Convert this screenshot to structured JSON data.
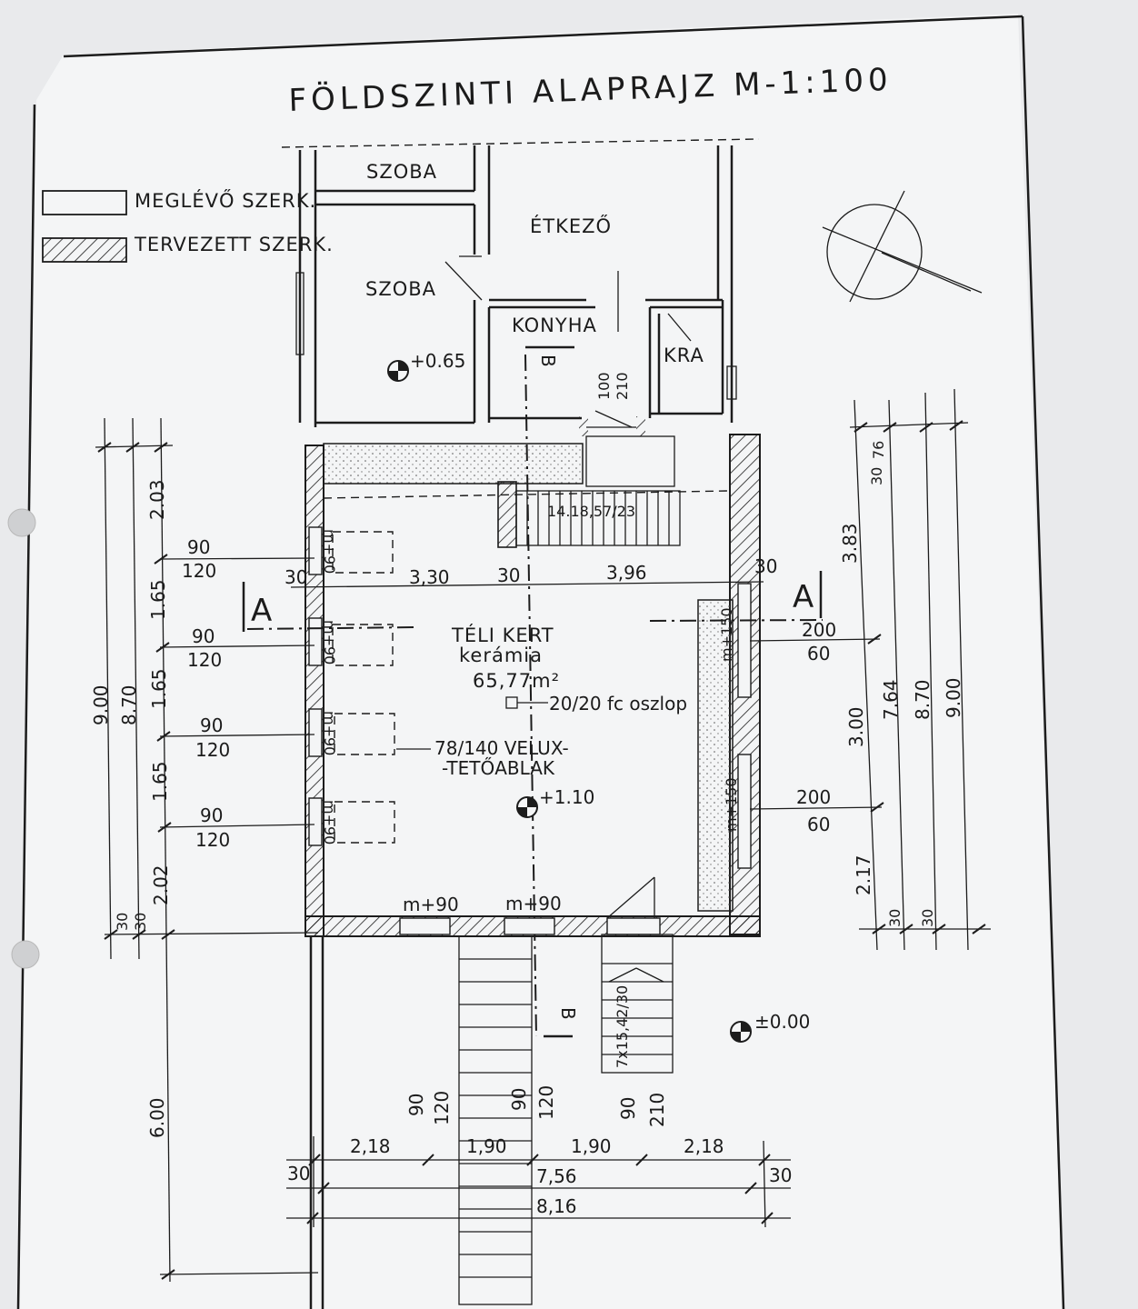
{
  "title": "FÖLDSZINTI   ALAPRAJZ  M-1:100",
  "legend": {
    "existing": "MEGLÉVŐ SZERK.",
    "planned": "TERVEZETT SZERK."
  },
  "rooms": {
    "szoba_top": "SZOBA",
    "etkezo": "ÉTKEZŐ",
    "szoba": "SZOBA",
    "konyha": "KONYHA",
    "kra": "KRA",
    "teli_kert": "TÉLI KERT",
    "keramia": "kerámia",
    "area": "65,77m²"
  },
  "annotations": {
    "column": "20/20 fc oszlop",
    "velux_1": "78/140 VELUX-",
    "velux_2": "-TETŐABLAK",
    "stair": "14.18,57/23",
    "stair_lower": "7x15,42/30"
  },
  "levels": {
    "szoba": "+0.65",
    "kert": "+1.10",
    "ground": "±0.00"
  },
  "section_marks": {
    "a": "A",
    "b": "B"
  },
  "dimensions": {
    "left_outer": [
      "9.00",
      "8.70"
    ],
    "left_chain": [
      "2.03",
      "1.65",
      "1.65",
      "1.65",
      "2.02",
      "30",
      "30"
    ],
    "left_bottom": "6.00",
    "windows_left": [
      {
        "w": "90",
        "h": "120"
      },
      {
        "w": "90",
        "h": "120"
      },
      {
        "w": "90",
        "h": "120"
      },
      {
        "w": "90",
        "h": "120"
      }
    ],
    "inner_width": [
      "30",
      "3,30",
      "30",
      "3,96",
      "30"
    ],
    "right_windows": [
      {
        "w": "200",
        "h": "60"
      },
      {
        "w": "200",
        "h": "60"
      }
    ],
    "right_chain": [
      "30",
      "76",
      "3.83",
      "3.00",
      "2.17",
      "30",
      "30"
    ],
    "right_outer": [
      "7.64",
      "8.70",
      "9.00"
    ],
    "wall_marks": [
      "m+150",
      "m+150",
      "m+90",
      "m+90",
      "m+90",
      "m+90",
      "m+90",
      "m+90"
    ],
    "stair_sizes": [
      "100",
      "210"
    ],
    "doors_bottom": [
      {
        "w": "90",
        "h": "120"
      },
      {
        "w": "90",
        "h": "120"
      },
      {
        "w": "90",
        "h": "210"
      }
    ],
    "bottom_chain": [
      "2,18",
      "1,90",
      "1,90",
      "2,18"
    ],
    "bottom_totals": [
      "30",
      "7,56",
      "30",
      "8,16"
    ]
  },
  "colors": {
    "paper": "#f4f5f6",
    "ink": "#1c1c1c"
  }
}
